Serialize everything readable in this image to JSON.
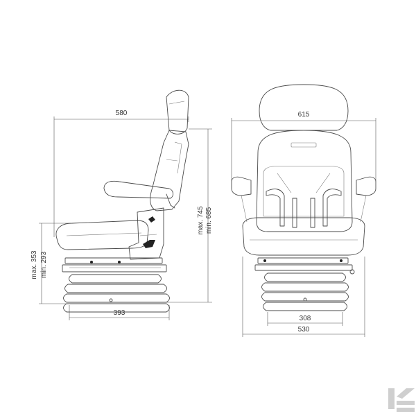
{
  "side_view": {
    "width_label": "580",
    "height_max_label": "max. 745",
    "height_min_label": "min. 685",
    "base_height_max_label": "max. 353",
    "base_height_min_label": "min. 293",
    "base_width_label": "393"
  },
  "front_view": {
    "width_label": "615",
    "suspension_width_label": "308",
    "base_width_label": "530"
  },
  "colors": {
    "line": "#4a4a4a",
    "watermark": "#cfcfcf"
  },
  "watermark_icon": "k-logo-icon"
}
